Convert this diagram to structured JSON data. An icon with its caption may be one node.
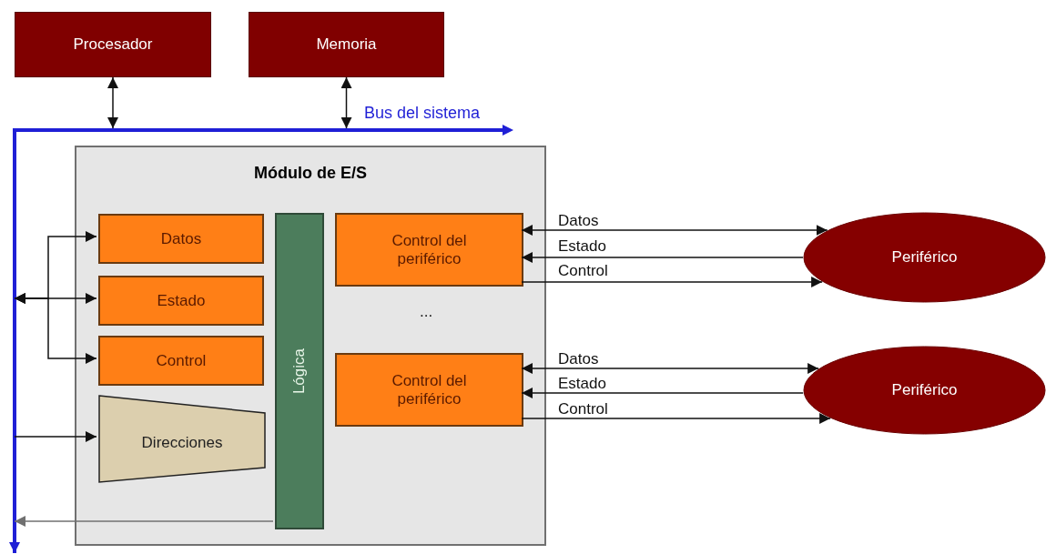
{
  "diagram": {
    "nodes": [
      {
        "text": [
          "Procesador"
        ]
      },
      {
        "text": [
          "Memoria"
        ]
      },
      {
        "text": [
          "Bus del sistema"
        ]
      },
      {
        "text": [
          "Módulo de E/S"
        ]
      },
      {
        "text": [
          "Datos"
        ],
        "in": 3
      },
      {
        "text": [
          "Estado"
        ],
        "in": 3
      },
      {
        "text": [
          "Control"
        ],
        "in": 3
      },
      {
        "text": [
          "Direcciones"
        ],
        "in": 3
      },
      {
        "text": [
          "Lógica"
        ],
        "in": 3
      },
      {
        "text": [
          "Control del periférico"
        ],
        "in": 3
      },
      {
        "text": [
          "Control del periférico"
        ],
        "in": 3
      },
      {
        "text": [
          "Periférico"
        ]
      },
      {
        "text": [
          "Periférico"
        ]
      }
    ],
    "edges": [
      {
        "from": 0,
        "to": 2,
        "arrow": "both"
      },
      {
        "from": 1,
        "to": 2,
        "arrow": "both"
      },
      {
        "from": 2,
        "to": 4,
        "arrow": "both"
      },
      {
        "from": 2,
        "to": 5,
        "arrow": "both"
      },
      {
        "from": 2,
        "to": 6,
        "arrow": "both"
      },
      {
        "from": 2,
        "to": 7,
        "arrow": "to"
      },
      {
        "from": 8,
        "to": 2,
        "arrow": "to",
        "color": "#707070"
      },
      {
        "from": 9,
        "to": 11,
        "arrow": "both",
        "label": "Datos"
      },
      {
        "from": 11,
        "to": 9,
        "arrow": "to",
        "label": "Estado"
      },
      {
        "from": 9,
        "to": 11,
        "arrow": "to",
        "label": "Control"
      },
      {
        "from": 10,
        "to": 12,
        "arrow": "both",
        "label": "Datos"
      },
      {
        "from": 12,
        "to": 10,
        "arrow": "to",
        "label": "Estado"
      },
      {
        "from": 10,
        "to": 12,
        "arrow": "to",
        "label": "Control"
      }
    ],
    "labels": [
      "..."
    ]
  }
}
